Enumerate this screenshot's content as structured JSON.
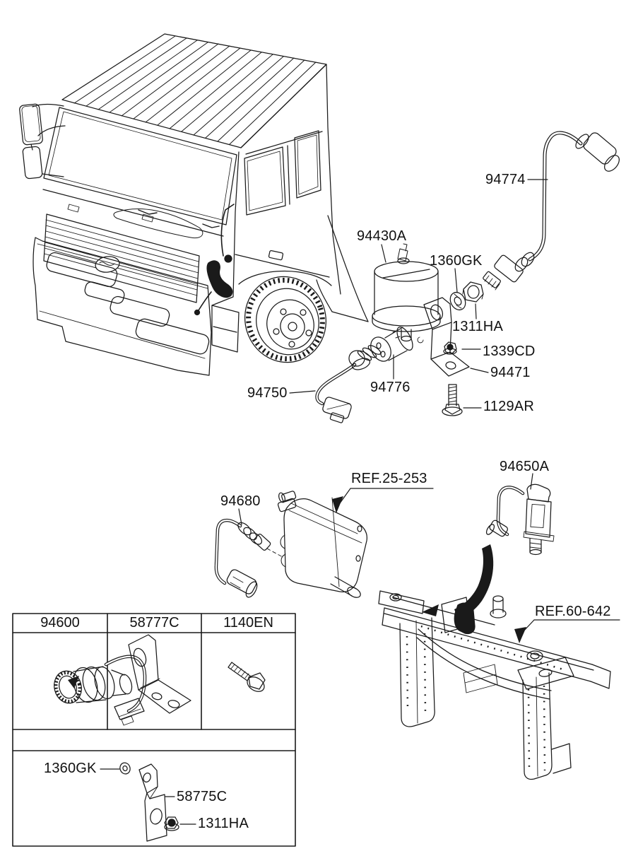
{
  "figure": {
    "background": "#ffffff",
    "line_color": "#1a1a1a",
    "callouts": {
      "c94774": "94774",
      "c94430a": "94430A",
      "c1360gk": "1360GK",
      "c1311ha": "1311HA",
      "c1339cd": "1339CD",
      "c94471": "94471",
      "c94776": "94776",
      "c94750": "94750",
      "c1129ar": "1129AR",
      "c94650a": "94650A",
      "cref25": "REF.25-253",
      "c94680": "94680",
      "cref60": "REF.60-642"
    },
    "table": {
      "headers": [
        "94600",
        "58777C",
        "1140EN"
      ]
    },
    "bottom_box": {
      "c1360gk": "1360GK",
      "c58775c": "58775C",
      "c1311ha": "1311HA"
    }
  }
}
